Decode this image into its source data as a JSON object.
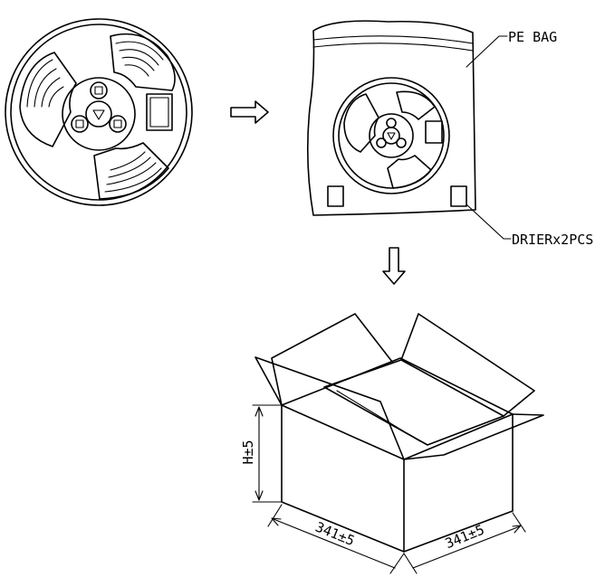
{
  "labels": {
    "pe_bag": "PE BAG",
    "drier": "DRIERx2PCS",
    "height_dim": "H±5",
    "length_dim": "341±5",
    "width_dim": "341±5"
  }
}
